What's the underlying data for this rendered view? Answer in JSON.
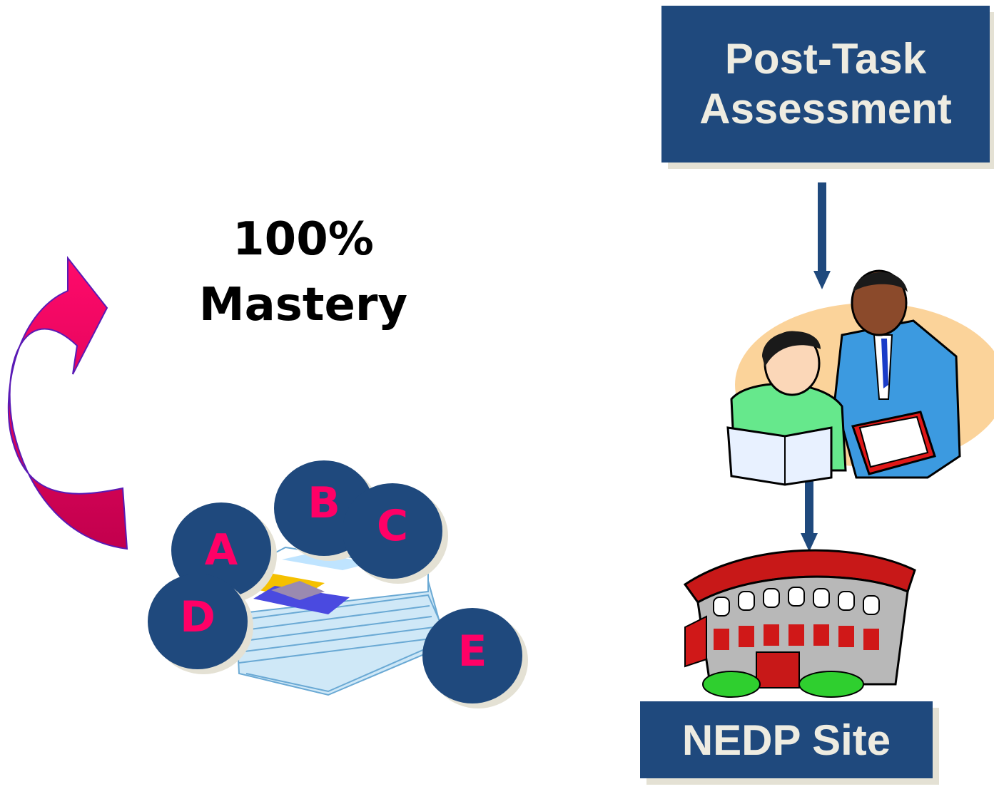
{
  "mastery": {
    "line1": "100%",
    "line2": "Mastery"
  },
  "post_task": {
    "line1": "Post-Task",
    "line2": "Assessment"
  },
  "site": {
    "label": "NEDP Site"
  },
  "circles": {
    "a": "A",
    "b": "B",
    "c": "C",
    "d": "D",
    "e": "E"
  },
  "colors": {
    "box_fill": "#1f497d",
    "box_text": "#eeece1",
    "circle_fill": "#1f497d",
    "circle_letter": "#ff0066",
    "curved_arrow": "#e8005a",
    "connector_arrow": "#1f497d"
  }
}
